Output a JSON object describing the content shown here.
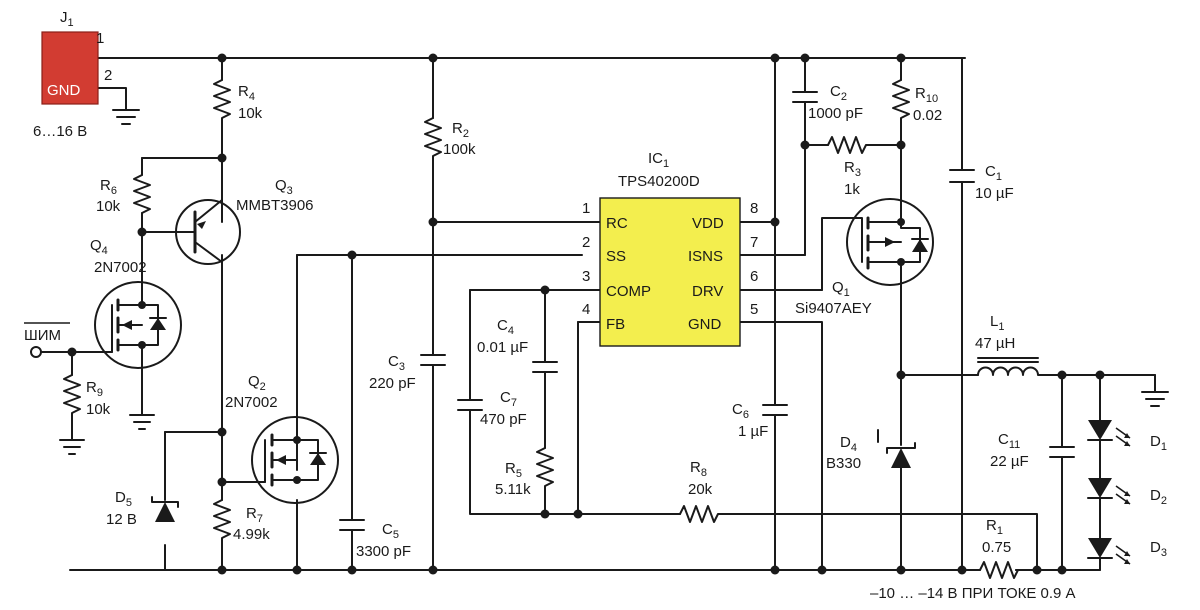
{
  "connector": {
    "ref": "J",
    "sub": "1",
    "pin1": "1",
    "pin2": "2",
    "gnd": "GND",
    "voltage": "6…16 В",
    "fill": "#d23c32"
  },
  "ic": {
    "ref": "IC",
    "sub": "1",
    "part": "TPS40200D",
    "fill": "#f3ee4e",
    "left_pins": [
      {
        "num": "1",
        "name": "RC"
      },
      {
        "num": "2",
        "name": "SS"
      },
      {
        "num": "3",
        "name": "COMP"
      },
      {
        "num": "4",
        "name": "FB"
      }
    ],
    "right_pins": [
      {
        "num": "8",
        "name": "VDD"
      },
      {
        "num": "7",
        "name": "ISNS"
      },
      {
        "num": "6",
        "name": "DRV"
      },
      {
        "num": "5",
        "name": "GND"
      }
    ]
  },
  "components": {
    "R4": {
      "ref": "R",
      "sub": "4",
      "value": "10k"
    },
    "R6": {
      "ref": "R",
      "sub": "6",
      "value": "10k"
    },
    "R9": {
      "ref": "R",
      "sub": "9",
      "value": "10k"
    },
    "R7": {
      "ref": "R",
      "sub": "7",
      "value": "4.99k"
    },
    "R2": {
      "ref": "R",
      "sub": "2",
      "value": "100k"
    },
    "R5": {
      "ref": "R",
      "sub": "5",
      "value": "5.11k"
    },
    "R8": {
      "ref": "R",
      "sub": "8",
      "value": "20k"
    },
    "R3": {
      "ref": "R",
      "sub": "3",
      "value": "1k"
    },
    "R10": {
      "ref": "R",
      "sub": "10",
      "value": "0.02"
    },
    "R1": {
      "ref": "R",
      "sub": "1",
      "value": "0.75"
    },
    "Q3": {
      "ref": "Q",
      "sub": "3",
      "value": "MMBT3906"
    },
    "Q4": {
      "ref": "Q",
      "sub": "4",
      "value": "2N7002"
    },
    "Q2": {
      "ref": "Q",
      "sub": "2",
      "value": "2N7002"
    },
    "Q1": {
      "ref": "Q",
      "sub": "1",
      "value": "Si9407AEY"
    },
    "C3": {
      "ref": "C",
      "sub": "3",
      "value": "220 pF"
    },
    "C5": {
      "ref": "C",
      "sub": "5",
      "value": "3300 pF"
    },
    "C4": {
      "ref": "C",
      "sub": "4",
      "value": "0.01 µF"
    },
    "C7": {
      "ref": "C",
      "sub": "7",
      "value": "470 pF"
    },
    "C6": {
      "ref": "C",
      "sub": "6",
      "value": "1 µF"
    },
    "C2": {
      "ref": "C",
      "sub": "2",
      "value": "1000 pF"
    },
    "C1": {
      "ref": "C",
      "sub": "1",
      "value": "10 µF"
    },
    "C11": {
      "ref": "C",
      "sub": "11",
      "value": "22 µF"
    },
    "L1": {
      "ref": "L",
      "sub": "1",
      "value": "47 µH"
    },
    "D4": {
      "ref": "D",
      "sub": "4",
      "value": "B330"
    },
    "D5": {
      "ref": "D",
      "sub": "5",
      "value": "12 В"
    },
    "D1": {
      "ref": "D",
      "sub": "1"
    },
    "D2": {
      "ref": "D",
      "sub": "2"
    },
    "D3": {
      "ref": "D",
      "sub": "3"
    }
  },
  "pwm_label": "ШИМ",
  "output_note": "–10 … –14 В ПРИ ТОКЕ 0.9 А"
}
